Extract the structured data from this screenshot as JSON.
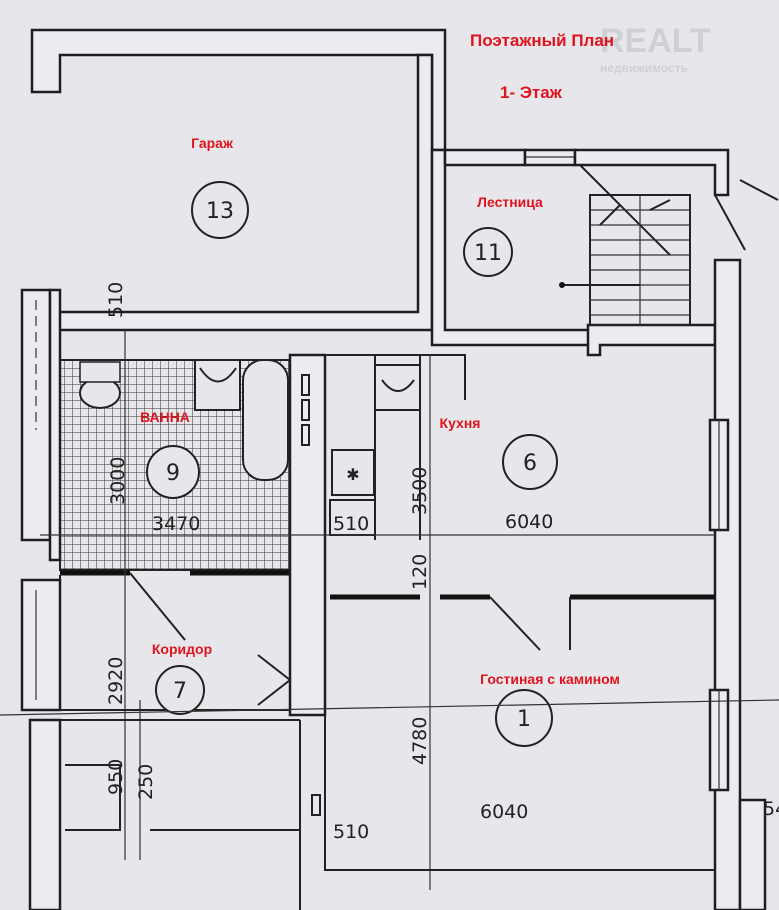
{
  "title": "Поэтажный План",
  "floor": "1- Этаж",
  "watermark": {
    "brand": "REALT",
    "sub": "недвижимость"
  },
  "rooms": [
    {
      "id": "garage",
      "label": "Гараж",
      "number": "13"
    },
    {
      "id": "stairs",
      "label": "Лестница",
      "number": "11"
    },
    {
      "id": "bath",
      "label": "ВАННА",
      "number": "9"
    },
    {
      "id": "kitchen",
      "label": "Кухня",
      "number": "6"
    },
    {
      "id": "corridor",
      "label": "Коридор",
      "number": "7"
    },
    {
      "id": "living",
      "label": "Гостиная с камином",
      "number": "1"
    }
  ],
  "dimensions": {
    "wall_top": "510",
    "bath_height": "3000",
    "bath_width": "3470",
    "kitchen_stub": "510",
    "kitchen_height": "3500",
    "kitchen_width": "6040",
    "partition": "120",
    "corridor_height": "2920",
    "living_height": "4780",
    "living_width": "6040",
    "lower_a": "950",
    "lower_b": "250",
    "lower_wall": "510",
    "right_edge": "54"
  },
  "colors": {
    "label": "#e0141e",
    "ink": "#1e1e22",
    "paper": "#e6e6eb"
  }
}
